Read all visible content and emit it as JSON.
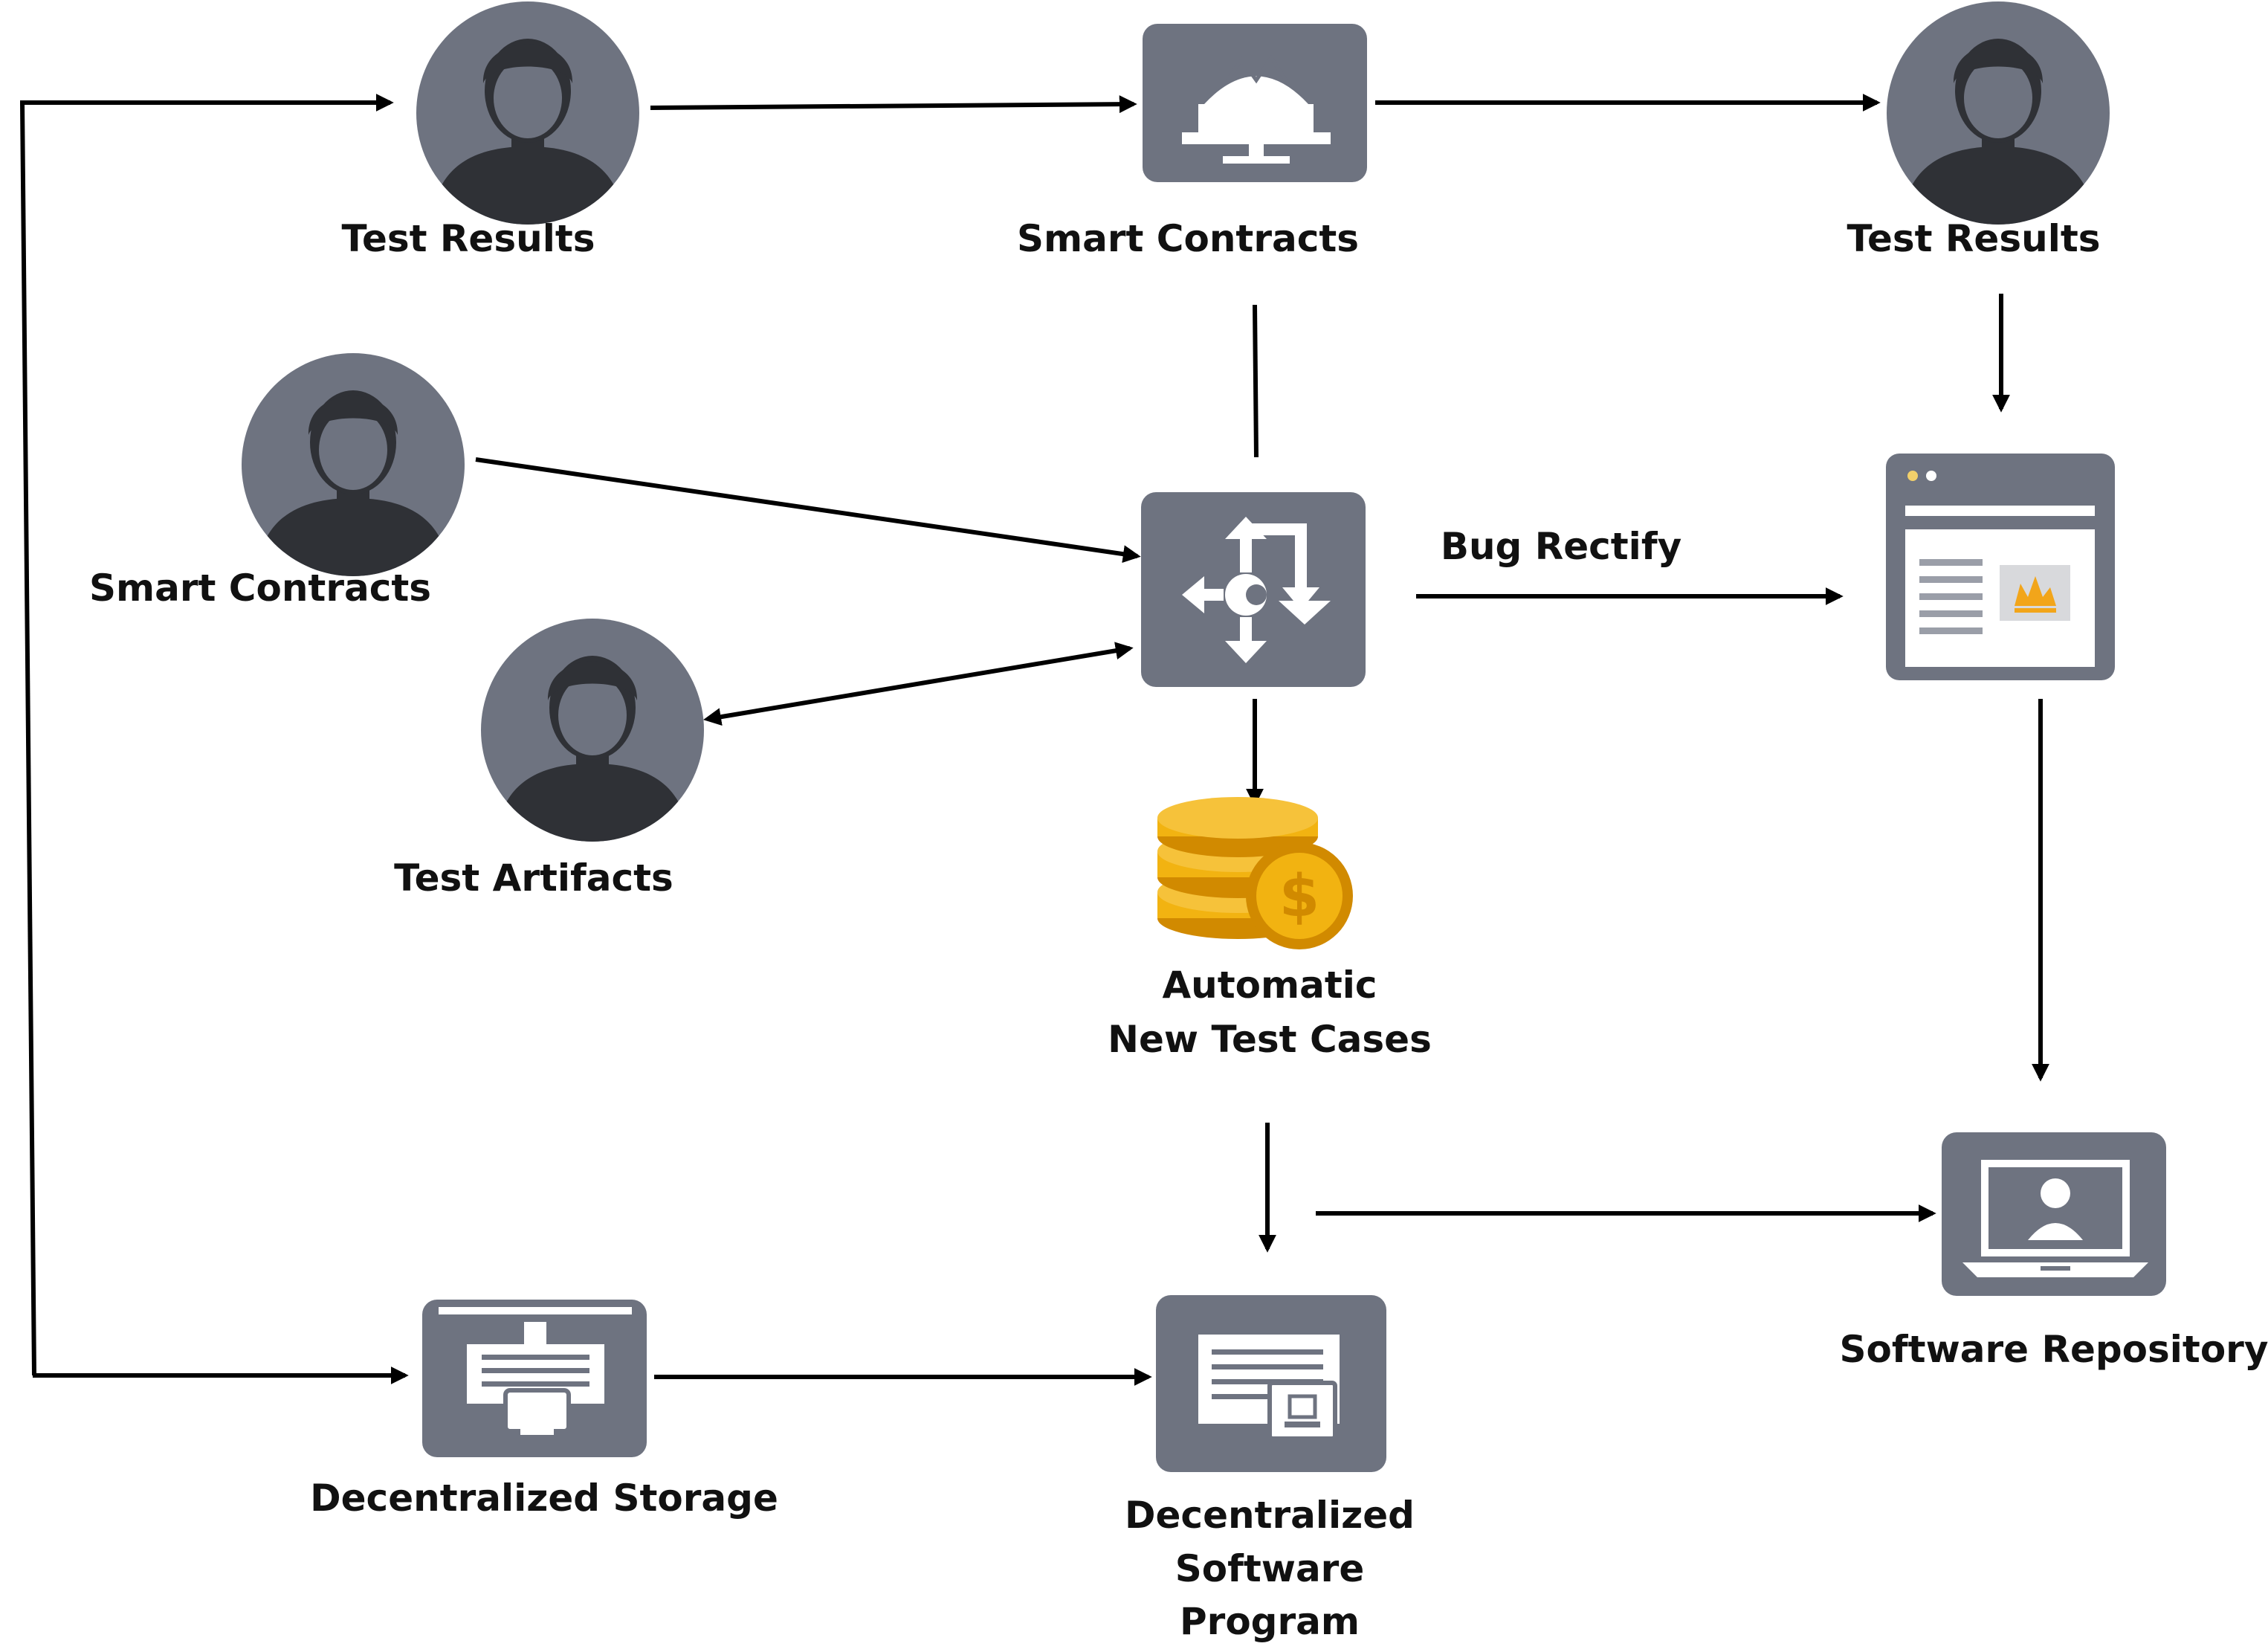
{
  "nodes": {
    "test_results_left": {
      "label": "Test Results",
      "icon": "user-icon"
    },
    "smart_contracts_top": {
      "label": "Smart Contracts",
      "icon": "cake-monitor-icon"
    },
    "test_results_right": {
      "label": "Test Results",
      "icon": "user-icon"
    },
    "smart_contracts_left": {
      "label": "Smart Contracts",
      "icon": "user-icon"
    },
    "test_artifacts": {
      "label": "Test Artifacts",
      "icon": "user-icon"
    },
    "central_hub": {
      "label": "",
      "icon": "routing-arrows-icon"
    },
    "bug_rectify": {
      "label": "Bug Rectify"
    },
    "browser_window": {
      "label": "",
      "icon": "browser-window-icon"
    },
    "automatic_new_test_cases": {
      "line1": "Automatic",
      "line2": "New Test Cases",
      "icon": "coins-icon"
    },
    "software_repository": {
      "label": "Software Repository",
      "icon": "laptop-user-icon"
    },
    "decentralized_storage": {
      "label": "Decentralized Storage",
      "icon": "printer-icon"
    },
    "decentralized_software_program": {
      "line1": "Decentralized",
      "line2": "Software",
      "line3": "Program",
      "icon": "certificate-icon"
    }
  },
  "colors": {
    "icon_fill": "#6e7380",
    "icon_dark": "#2f3136",
    "arrow": "#000000",
    "coin": "#f2b311",
    "coin_dark": "#d18a00",
    "flame": "#f2a51a"
  }
}
